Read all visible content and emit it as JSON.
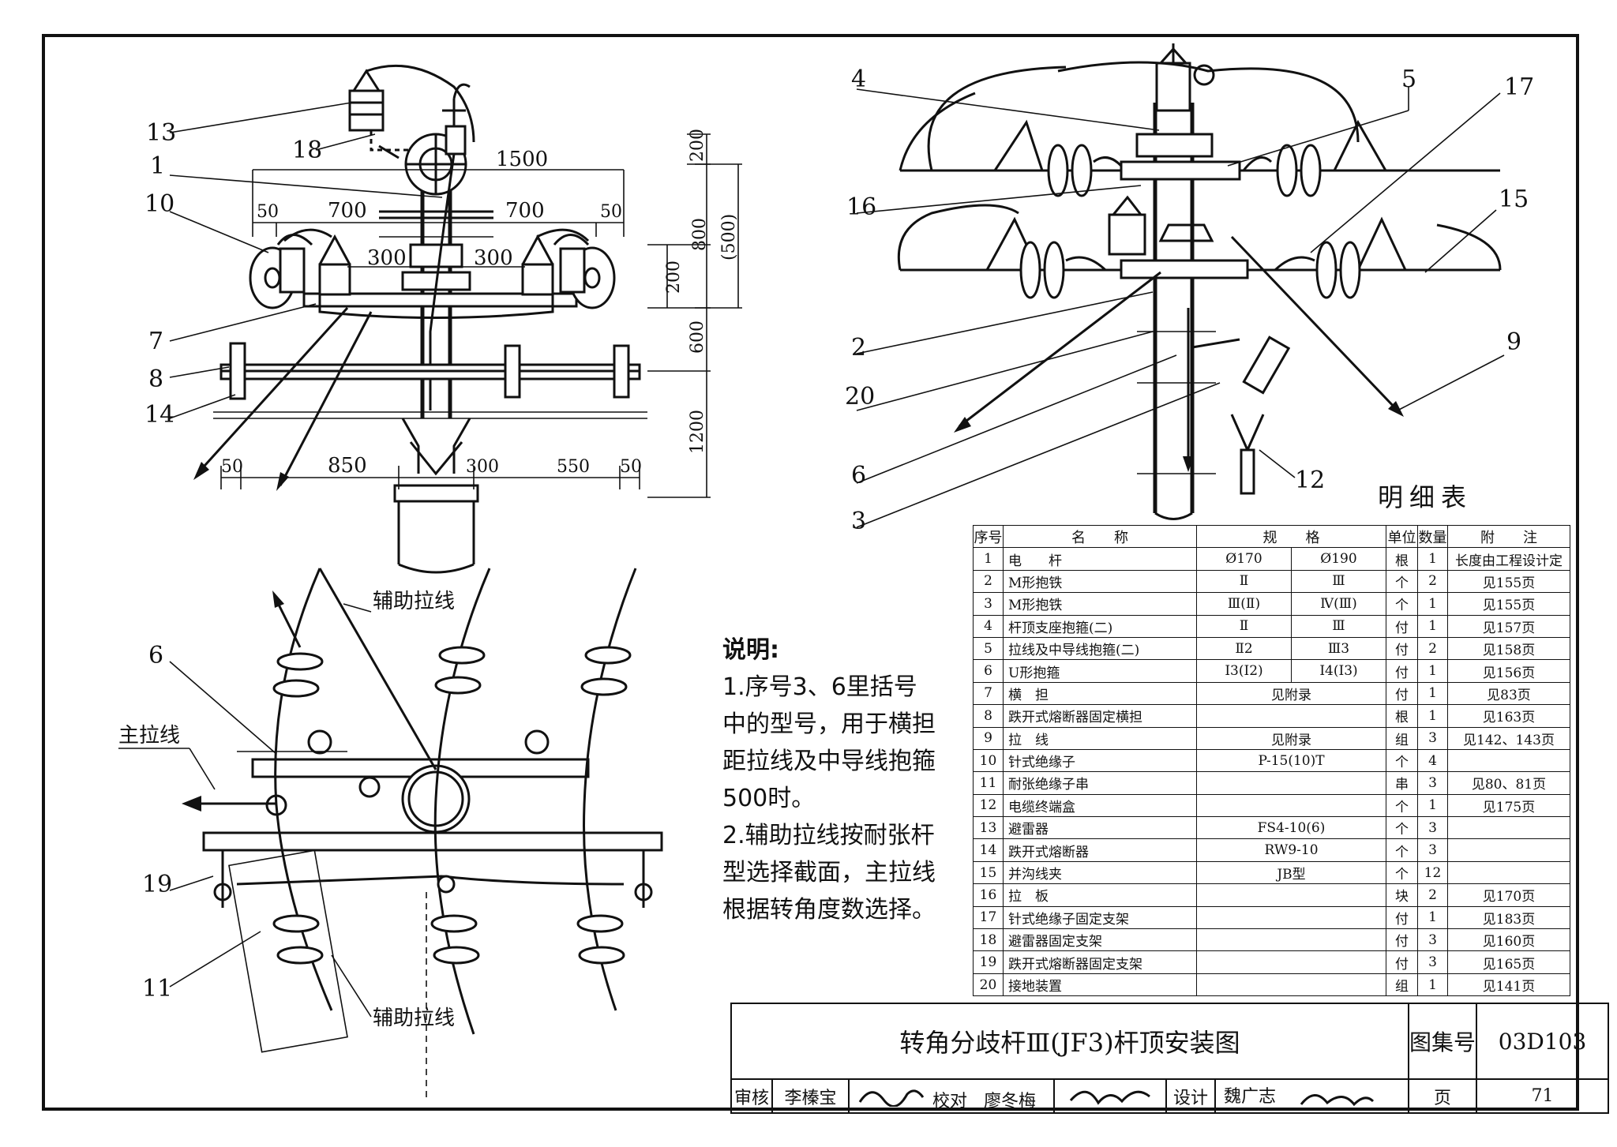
{
  "drawing": {
    "title": "转角分歧杆Ⅲ(JF3)杆顶安装图",
    "atlas_label": "图集号",
    "atlas_no": "03D103",
    "page_label": "页",
    "page_no": "71",
    "review_label": "审核",
    "reviewer": "李榛宝",
    "check_label": "校对",
    "checker": "廖冬梅",
    "design_label": "设计",
    "designer": "魏广志"
  },
  "front_view": {
    "callouts": [
      "13",
      "18",
      "1",
      "10",
      "7",
      "8",
      "14"
    ],
    "dims": {
      "total_width": "1500",
      "left_span": "700",
      "right_span": "700",
      "left_edge": "50",
      "right_edge": "50",
      "inner_left": "300",
      "inner_right": "300",
      "bottom_left_edge": "50",
      "bottom_a": "850",
      "bottom_b": "300",
      "bottom_c": "550",
      "bottom_right_edge": "50",
      "v_top": "200",
      "v_800": "800",
      "v_500": "(500)",
      "v_200": "200",
      "v_600": "600",
      "v_1200": "1200"
    }
  },
  "side_view": {
    "callouts": [
      "4",
      "5",
      "17",
      "16",
      "15",
      "2",
      "20",
      "9",
      "6",
      "12",
      "3"
    ]
  },
  "plan_view": {
    "callouts": [
      "6",
      "19",
      "11"
    ],
    "labels": {
      "aux_guy_top": "辅助拉线",
      "main_guy": "主拉线",
      "aux_guy_bottom": "辅助拉线"
    }
  },
  "notes": {
    "heading": "说明:",
    "items": [
      "1.序号3、6里括号中的型号，用于横担距拉线及中导线抱箍500时。",
      "2.辅助拉线按耐张杆型选择截面，主拉线根据转角度数选择。"
    ]
  },
  "bom": {
    "title": "明细表",
    "headers": {
      "no": "序号",
      "name": "名　　称",
      "spec": "规　　格",
      "unit": "单位",
      "qty": "数量",
      "note": "附　　注"
    },
    "rows": [
      {
        "no": "1",
        "name": "电　　杆",
        "spec_a": "Ø170",
        "spec_b": "Ø190",
        "unit": "根",
        "qty": "1",
        "note": "长度由工程设计定"
      },
      {
        "no": "2",
        "name": "M形抱铁",
        "spec_a": "Ⅱ",
        "spec_b": "Ⅲ",
        "unit": "个",
        "qty": "2",
        "note": "见155页"
      },
      {
        "no": "3",
        "name": "M形抱铁",
        "spec_a": "Ⅲ(Ⅱ)",
        "spec_b": "Ⅳ(Ⅲ)",
        "unit": "个",
        "qty": "1",
        "note": "见155页"
      },
      {
        "no": "4",
        "name": "杆顶支座抱箍(二)",
        "spec_a": "Ⅱ",
        "spec_b": "Ⅲ",
        "unit": "付",
        "qty": "1",
        "note": "见157页"
      },
      {
        "no": "5",
        "name": "拉线及中导线抱箍(二)",
        "spec_a": "Ⅱ2",
        "spec_b": "Ⅲ3",
        "unit": "付",
        "qty": "2",
        "note": "见158页"
      },
      {
        "no": "6",
        "name": "U形抱箍",
        "spec_a": "I3(I2)",
        "spec_b": "I4(I3)",
        "unit": "付",
        "qty": "1",
        "note": "见156页"
      },
      {
        "no": "7",
        "name": "横　担",
        "spec": "见附录",
        "unit": "付",
        "qty": "1",
        "note": "见83页"
      },
      {
        "no": "8",
        "name": "跌开式熔断器固定横担",
        "spec": "",
        "unit": "根",
        "qty": "1",
        "note": "见163页"
      },
      {
        "no": "9",
        "name": "拉　线",
        "spec": "见附录",
        "unit": "组",
        "qty": "3",
        "note": "见142、143页"
      },
      {
        "no": "10",
        "name": "针式绝缘子",
        "spec": "P-15(10)T",
        "unit": "个",
        "qty": "4",
        "note": ""
      },
      {
        "no": "11",
        "name": "耐张绝缘子串",
        "spec": "",
        "unit": "串",
        "qty": "3",
        "note": "见80、81页"
      },
      {
        "no": "12",
        "name": "电缆终端盒",
        "spec": "",
        "unit": "个",
        "qty": "1",
        "note": "见175页"
      },
      {
        "no": "13",
        "name": "避雷器",
        "spec": "FS4-10(6)",
        "unit": "个",
        "qty": "3",
        "note": ""
      },
      {
        "no": "14",
        "name": "跌开式熔断器",
        "spec": "RW9-10",
        "unit": "个",
        "qty": "3",
        "note": ""
      },
      {
        "no": "15",
        "name": "并沟线夹",
        "spec": "JB型",
        "unit": "个",
        "qty": "12",
        "note": ""
      },
      {
        "no": "16",
        "name": "拉　板",
        "spec": "",
        "unit": "块",
        "qty": "2",
        "note": "见170页"
      },
      {
        "no": "17",
        "name": "针式绝缘子固定支架",
        "spec": "",
        "unit": "付",
        "qty": "1",
        "note": "见183页"
      },
      {
        "no": "18",
        "name": "避雷器固定支架",
        "spec": "",
        "unit": "付",
        "qty": "3",
        "note": "见160页"
      },
      {
        "no": "19",
        "name": "跌开式熔断器固定支架",
        "spec": "",
        "unit": "付",
        "qty": "3",
        "note": "见165页"
      },
      {
        "no": "20",
        "name": "接地装置",
        "spec": "",
        "unit": "组",
        "qty": "1",
        "note": "见141页"
      }
    ]
  }
}
